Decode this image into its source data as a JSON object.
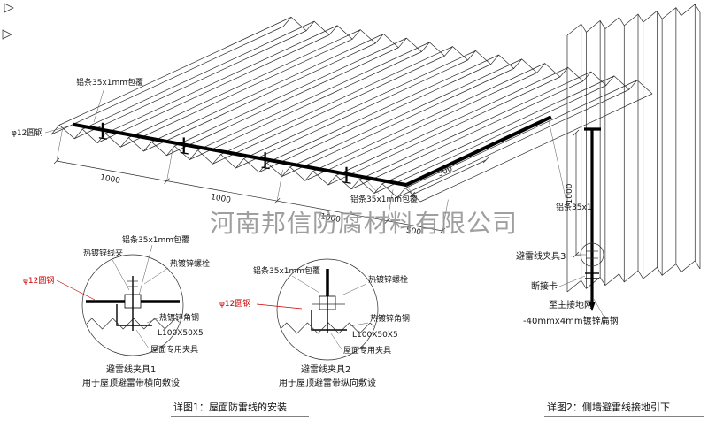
{
  "watermark": "河南邦信防腐材料有限公司",
  "colors": {
    "ink": "#1a1a1a",
    "red": "#cc0000",
    "watermark": "#8f8f8f"
  },
  "main_drawing": {
    "caption": "详图1：屋面防雷线的安装",
    "labels": {
      "alu_strip_top": "铝条35x1mm包覆",
      "round_steel": "φ12圆钢",
      "alu_strip_mid": "铝条35x1mm包覆",
      "alu_strip_right": "铝条35x1"
    },
    "dimensions": {
      "seg1": "1000",
      "seg2": "1000",
      "seg3": "1000",
      "seg4": "500",
      "side": "500"
    }
  },
  "detail1": {
    "title": "避雷线夹具1",
    "subtitle": "用于屋顶避雷带横向敷设",
    "labels": {
      "wire_clip": "热镀锌线夹",
      "alu_strip": "铝条35x1mm包覆",
      "bolt": "热镀锌螺栓",
      "round_steel": "φ12圆钢",
      "angle_steel": "热镀锌角钢",
      "angle_spec": "L100X50X5",
      "roof_clamp": "屋面专用夹具"
    }
  },
  "detail2": {
    "title": "避雷线夹具2",
    "subtitle": "用于屋顶避雷带纵向敷设",
    "labels": {
      "alu_strip": "铝条35x1mm包覆",
      "bolt": "热镀锌螺栓",
      "round_steel": "φ12圆钢",
      "angle_steel": "热镀锌角钢",
      "angle_spec": "L100X50X5",
      "roof_clamp": "屋面专用夹具"
    }
  },
  "wall_drawing": {
    "caption": "详图2：侧墙避雷线接地引下",
    "dimension": "1000",
    "labels": {
      "clamp3": "避雷线夹具3",
      "disconnect": "断接卡",
      "to_ground": "至主接地网",
      "flat_steel": "-40mmx4mm镀锌扁钢"
    }
  }
}
